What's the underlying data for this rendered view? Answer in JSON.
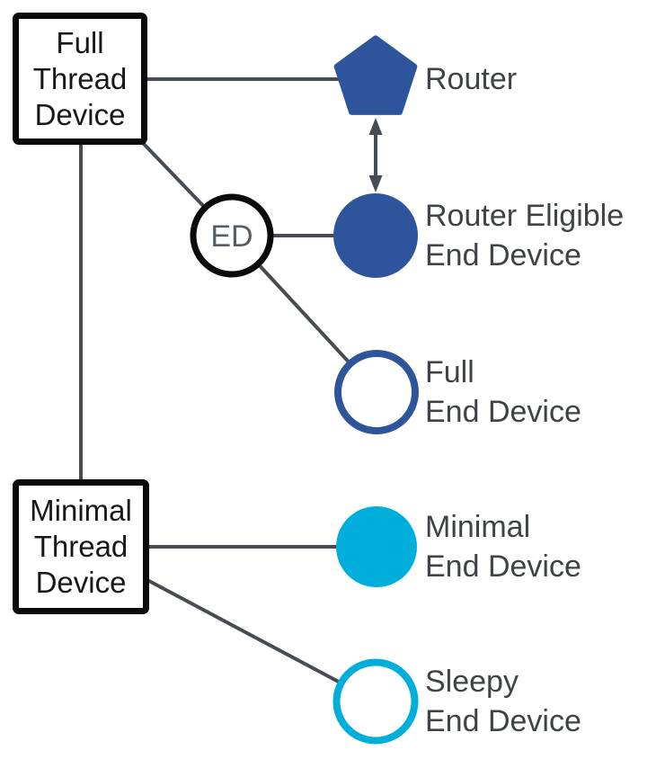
{
  "diagram": {
    "boxes": {
      "full_thread_device": {
        "lines": [
          "Full",
          "Thread",
          "Device"
        ]
      },
      "minimal_thread_device": {
        "lines": [
          "Minimal",
          "Thread",
          "Device"
        ]
      }
    },
    "nodes": {
      "router": {
        "shape": "pentagon-filled",
        "color": "blue",
        "label_lines": [
          "Router"
        ]
      },
      "router_eligible_end_device": {
        "shape": "circle-filled",
        "color": "blue",
        "label_lines": [
          "Router Eligible",
          "End Device"
        ]
      },
      "end_device_badge": {
        "shape": "circle-outline",
        "color": "black",
        "text": "ED"
      },
      "full_end_device": {
        "shape": "circle-outline",
        "color": "blue",
        "label_lines": [
          "Full",
          "End Device"
        ]
      },
      "minimal_end_device": {
        "shape": "circle-filled",
        "color": "cyan",
        "label_lines": [
          "Minimal",
          "End Device"
        ]
      },
      "sleepy_end_device": {
        "shape": "circle-outline",
        "color": "cyan",
        "label_lines": [
          "Sleepy",
          "End Device"
        ]
      }
    },
    "edges": [
      {
        "from": "full_thread_device",
        "to": "router",
        "style": "line"
      },
      {
        "from": "full_thread_device",
        "to": "end_device_badge",
        "style": "line"
      },
      {
        "from": "full_thread_device",
        "to": "minimal_thread_device",
        "style": "line"
      },
      {
        "from": "end_device_badge",
        "to": "router_eligible_end_device",
        "style": "line"
      },
      {
        "from": "end_device_badge",
        "to": "full_end_device",
        "style": "line"
      },
      {
        "from": "minimal_thread_device",
        "to": "minimal_end_device",
        "style": "line"
      },
      {
        "from": "minimal_thread_device",
        "to": "sleepy_end_device",
        "style": "line"
      },
      {
        "from": "router",
        "to": "router_eligible_end_device",
        "style": "double-arrow"
      }
    ],
    "colors": {
      "blue": "#2E559C",
      "cyan": "#00AEDB",
      "line": "#474C52",
      "box_border": "#0A0A0A",
      "box_text": "#17181A",
      "label_text": "#3F4347",
      "ed_text": "#565D64",
      "background": "#FFFFFF"
    }
  }
}
